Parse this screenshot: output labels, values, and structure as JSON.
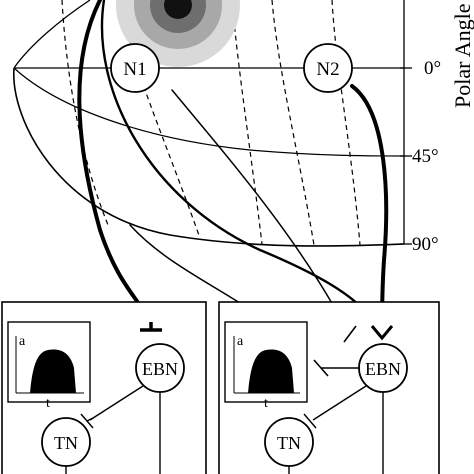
{
  "map": {
    "axis_label": "Polar Angle",
    "angle_ticks": [
      "0°",
      "45°",
      "90°"
    ]
  },
  "neurons": {
    "n1": "N1",
    "n2": "N2"
  },
  "panels": [
    {
      "ebn_label": "EBN",
      "tn_label": "TN",
      "plot_y_label": "a",
      "plot_x_label": "t"
    },
    {
      "ebn_label": "EBN",
      "tn_label": "TN",
      "plot_y_label": "a",
      "plot_x_label": "t"
    }
  ]
}
